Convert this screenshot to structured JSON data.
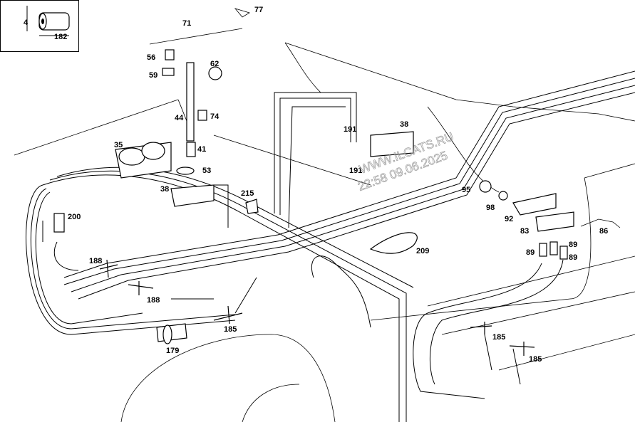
{
  "inset": {
    "dim_label": "4",
    "part_label": "182"
  },
  "parts": [
    {
      "id": "p77",
      "label": "77"
    },
    {
      "id": "p71",
      "label": "71"
    },
    {
      "id": "p56",
      "label": "56"
    },
    {
      "id": "p62",
      "label": "62"
    },
    {
      "id": "p59",
      "label": "59"
    },
    {
      "id": "p44",
      "label": "44"
    },
    {
      "id": "p74",
      "label": "74"
    },
    {
      "id": "p38a",
      "label": "38"
    },
    {
      "id": "p191a",
      "label": "191"
    },
    {
      "id": "p35",
      "label": "35"
    },
    {
      "id": "p41",
      "label": "41"
    },
    {
      "id": "p191b",
      "label": "191"
    },
    {
      "id": "p53",
      "label": "53"
    },
    {
      "id": "p38b",
      "label": "38"
    },
    {
      "id": "p215",
      "label": "215"
    },
    {
      "id": "p95",
      "label": "95"
    },
    {
      "id": "p98",
      "label": "98"
    },
    {
      "id": "p92",
      "label": "92"
    },
    {
      "id": "p200",
      "label": "200"
    },
    {
      "id": "p83",
      "label": "83"
    },
    {
      "id": "p86",
      "label": "86"
    },
    {
      "id": "p209",
      "label": "209"
    },
    {
      "id": "p89a",
      "label": "89"
    },
    {
      "id": "p89b",
      "label": "89"
    },
    {
      "id": "p89c",
      "label": "89"
    },
    {
      "id": "p188a",
      "label": "188"
    },
    {
      "id": "p188b",
      "label": "188"
    },
    {
      "id": "p185a",
      "label": "185"
    },
    {
      "id": "p185b",
      "label": "185"
    },
    {
      "id": "p179",
      "label": "179"
    },
    {
      "id": "p185c",
      "label": "185"
    }
  ],
  "watermark": {
    "line1": "WWW.ILCATS.RU",
    "line2": "22:58 09.06.2025"
  }
}
